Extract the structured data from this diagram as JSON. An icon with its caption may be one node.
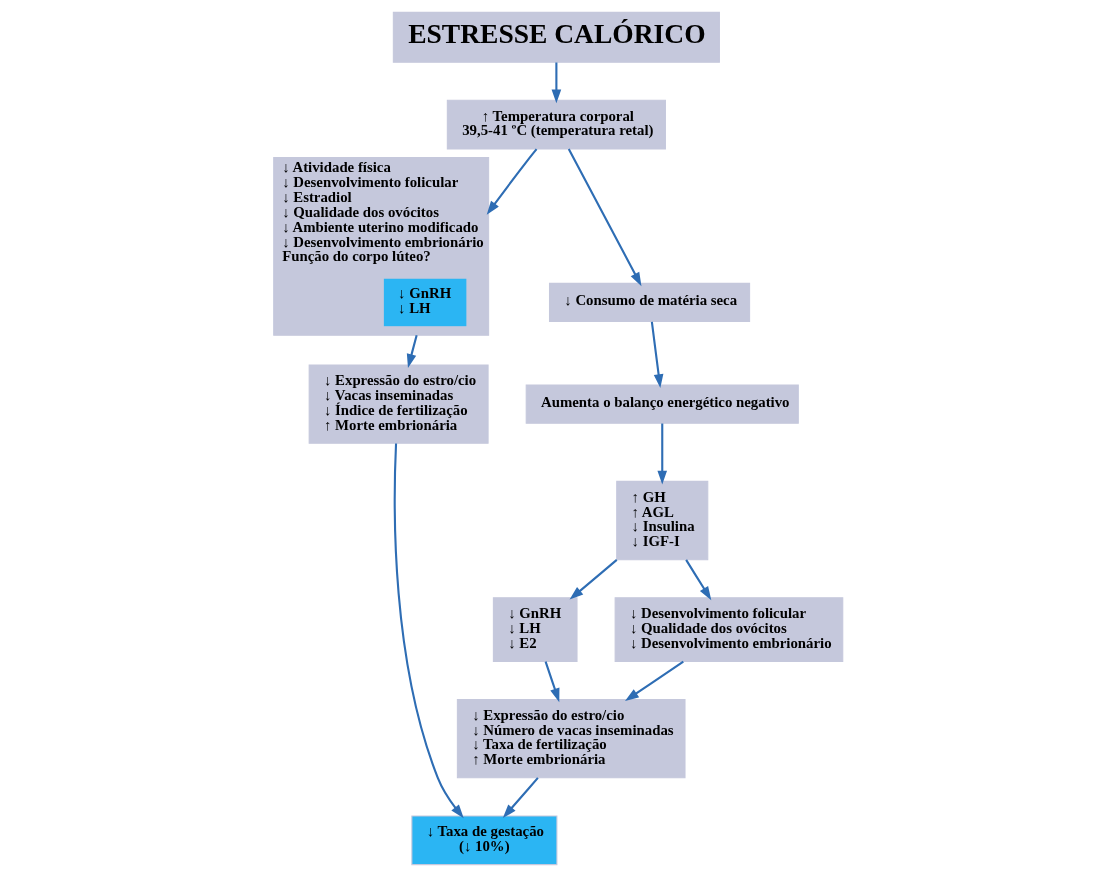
{
  "diagram": {
    "nodes": [
      {
        "text": [
          "ESTRESSE CALÓRICO"
        ]
      },
      {
        "text": [
          "↑ Temperatura corporal",
          "39,5-41 ºC (temperatura retal)"
        ]
      },
      {
        "text": [
          "↓ Atividade física",
          "↓ Desenvolvimento folicular",
          "↓ Estradiol",
          "↓ Qualidade dos ovócitos",
          "↓ Ambiente uterino modificado",
          "↓ Desenvolvimento embrionário",
          "Função do corpo lúteo?"
        ]
      },
      {
        "text": [
          "↓ GnRH",
          "↓ LH"
        ],
        "in": 2
      },
      {
        "text": [
          "↓ Consumo de matéria seca"
        ]
      },
      {
        "text": [
          "Aumenta o balanço energético negativo"
        ]
      },
      {
        "text": [
          "↑ GH",
          "↑ AGL",
          "↓ Insulina",
          "↓ IGF-I"
        ]
      },
      {
        "text": [
          "↓ Expressão do estro/cio",
          "↓ Vacas inseminadas",
          "↓ Índice de fertilização",
          "↑ Morte embrionária"
        ]
      },
      {
        "text": [
          "↓ Taxa de gestação",
          "(↓ 10%)"
        ]
      },
      {
        "text": [
          "↓ GnRH",
          "↓ LH",
          "↓ E2"
        ]
      },
      {
        "text": [
          "↓ Desenvolvimento folicular",
          "↓ Qualidade dos ovócitos",
          "↓ Desenvolvimento embrionário"
        ]
      },
      {
        "text": [
          "↓ Expressão do estro/cio",
          "↓ Número de vacas inseminadas",
          "↓ Taxa de fertilização",
          "↑ Morte embrionária"
        ]
      }
    ],
    "edges": [
      {
        "from": 0,
        "to": 1,
        "arrow": "to"
      },
      {
        "from": 1,
        "to": 2,
        "arrow": "to"
      },
      {
        "from": 1,
        "to": 4,
        "arrow": "to"
      },
      {
        "from": 2,
        "to": 7,
        "arrow": "to"
      },
      {
        "from": 7,
        "to": 8,
        "arrow": "to"
      },
      {
        "from": 4,
        "to": 5,
        "arrow": "to"
      },
      {
        "from": 5,
        "to": 6,
        "arrow": "to"
      },
      {
        "from": 6,
        "to": 9,
        "arrow": "to"
      },
      {
        "from": 6,
        "to": 10,
        "arrow": "to"
      },
      {
        "from": 9,
        "to": 11,
        "arrow": "to"
      },
      {
        "from": 10,
        "to": 11,
        "arrow": "to"
      },
      {
        "from": 11,
        "to": 8,
        "arrow": "to"
      }
    ]
  }
}
